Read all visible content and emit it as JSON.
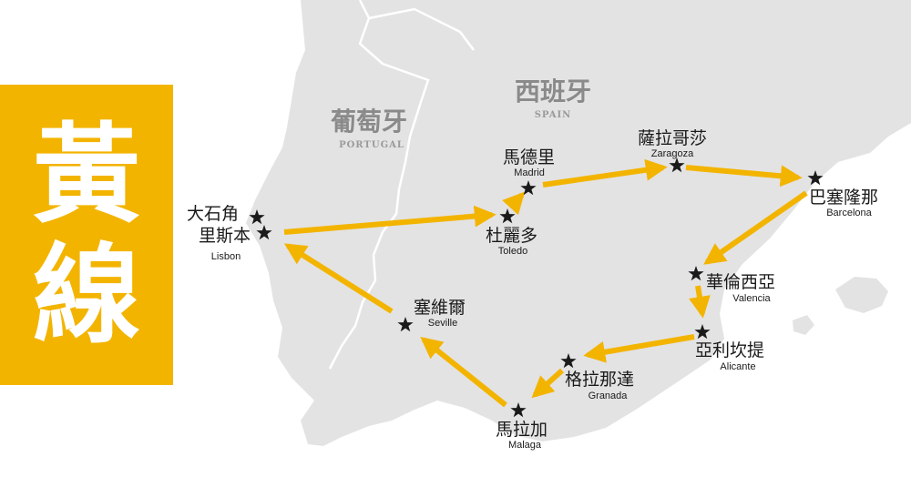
{
  "route_name": [
    "黃",
    "線"
  ],
  "countries": [
    {
      "id": "portugal",
      "zh": "葡萄牙",
      "en": "PORTUGAL"
    },
    {
      "id": "spain",
      "zh": "西班牙",
      "en": "SPAIN"
    }
  ],
  "cities": [
    {
      "id": "cabo-da-roca",
      "zh": "大石角",
      "en": ""
    },
    {
      "id": "lisbon",
      "zh": "里斯本",
      "en": "Lisbon"
    },
    {
      "id": "toledo",
      "zh": "杜麗多",
      "en": "Toledo"
    },
    {
      "id": "madrid",
      "zh": "馬德里",
      "en": "Madrid"
    },
    {
      "id": "zaragoza",
      "zh": "薩拉哥莎",
      "en": "Zaragoza"
    },
    {
      "id": "barcelona",
      "zh": "巴塞隆那",
      "en": "Barcelona"
    },
    {
      "id": "valencia",
      "zh": "華倫西亞",
      "en": "Valencia"
    },
    {
      "id": "alicante",
      "zh": "亞利坎提",
      "en": "Alicante"
    },
    {
      "id": "granada",
      "zh": "格拉那達",
      "en": "Granada"
    },
    {
      "id": "malaga",
      "zh": "馬拉加",
      "en": "Malaga"
    },
    {
      "id": "seville",
      "zh": "塞維爾",
      "en": "Seville"
    }
  ],
  "route": [
    "lisbon",
    "toledo",
    "madrid",
    "zaragoza",
    "barcelona",
    "valencia",
    "alicante",
    "granada",
    "malaga",
    "seville",
    "lisbon"
  ],
  "colors": {
    "route": "#f3b400",
    "land": "#e3e3e3",
    "sea": "#ffffff",
    "border": "#ffffff"
  }
}
